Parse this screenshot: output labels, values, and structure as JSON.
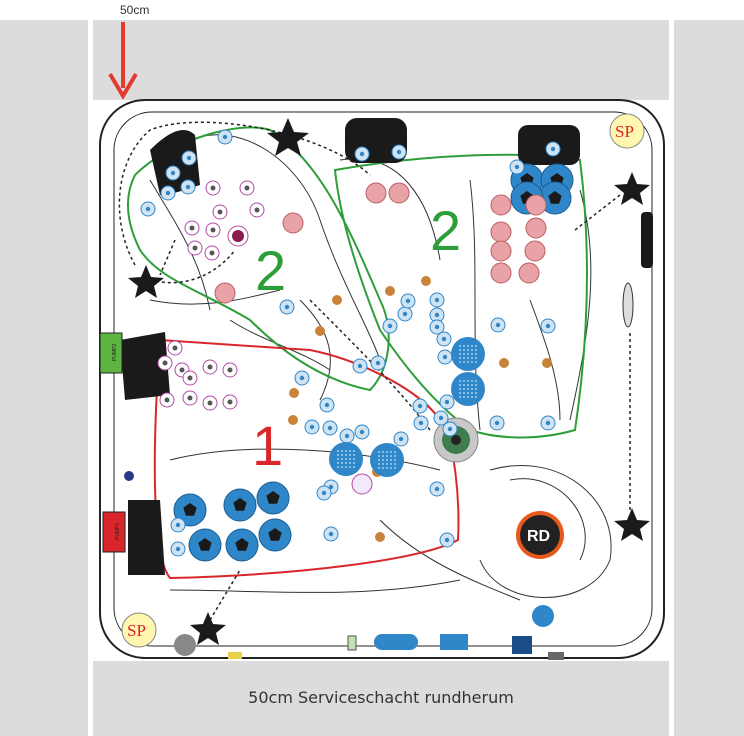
{
  "top_dimension": "50cm",
  "caption": "50cm Serviceschacht rundherum",
  "zones": [
    {
      "number": "2",
      "color": "#2e9e3a"
    },
    {
      "number": "2",
      "color": "#2e9e3a"
    },
    {
      "number": "1",
      "color": "#d9262b"
    }
  ],
  "labels": {
    "skimmer": "SP",
    "drain": "RD",
    "pump1": "PUMP1",
    "pump2": "PUMP2"
  },
  "colors": {
    "service_band": "#dcdcdc",
    "arrow_red": "#e53a2f",
    "zone_green": "#2e9e3a",
    "zone_red": "#d9262b",
    "jet_blue": "#2f86c8",
    "jet_light": "#cfe3f2",
    "pink_jet": "#e9a3a7",
    "massage_orange": "#c9823a",
    "headrest_black": "#1a1a1a",
    "drain_orange": "#e85a1c"
  },
  "icons": [
    "arrow-down-icon",
    "headrest-icon",
    "star-control-icon",
    "skimmer-icon",
    "drain-icon",
    "pump-icon"
  ]
}
